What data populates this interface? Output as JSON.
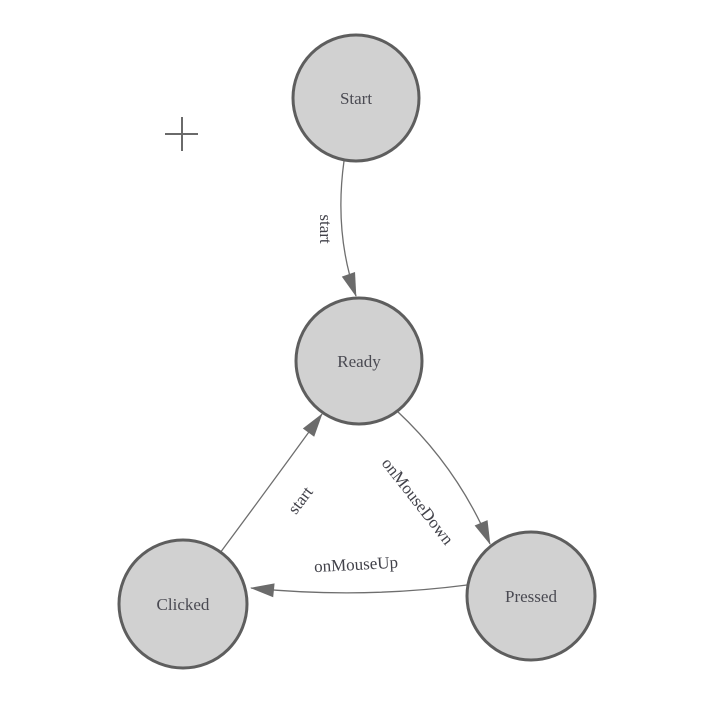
{
  "diagram": {
    "kind": "state-machine",
    "nodes": [
      {
        "id": "start",
        "label": "Start"
      },
      {
        "id": "ready",
        "label": "Ready"
      },
      {
        "id": "clicked",
        "label": "Clicked"
      },
      {
        "id": "pressed",
        "label": "Pressed"
      }
    ],
    "edges": [
      {
        "from": "Start",
        "to": "Ready",
        "label": "start"
      },
      {
        "from": "Ready",
        "to": "Pressed",
        "label": "onMouseDown"
      },
      {
        "from": "Pressed",
        "to": "Clicked",
        "label": "onMouseUp"
      },
      {
        "from": "Clicked",
        "to": "Ready",
        "label": "start"
      }
    ]
  },
  "icons": {
    "crosshair": "plus-crosshair"
  },
  "colors": {
    "background": "#ffffff",
    "node_fill": "#d1d1d1",
    "node_stroke": "#5e5e5e",
    "edge_stroke": "#6e6e6e",
    "arrow_fill": "#6b6b6b",
    "node_label": "#4a4a52",
    "edge_label": "#42424a",
    "crosshair": "#6a6a6a"
  }
}
